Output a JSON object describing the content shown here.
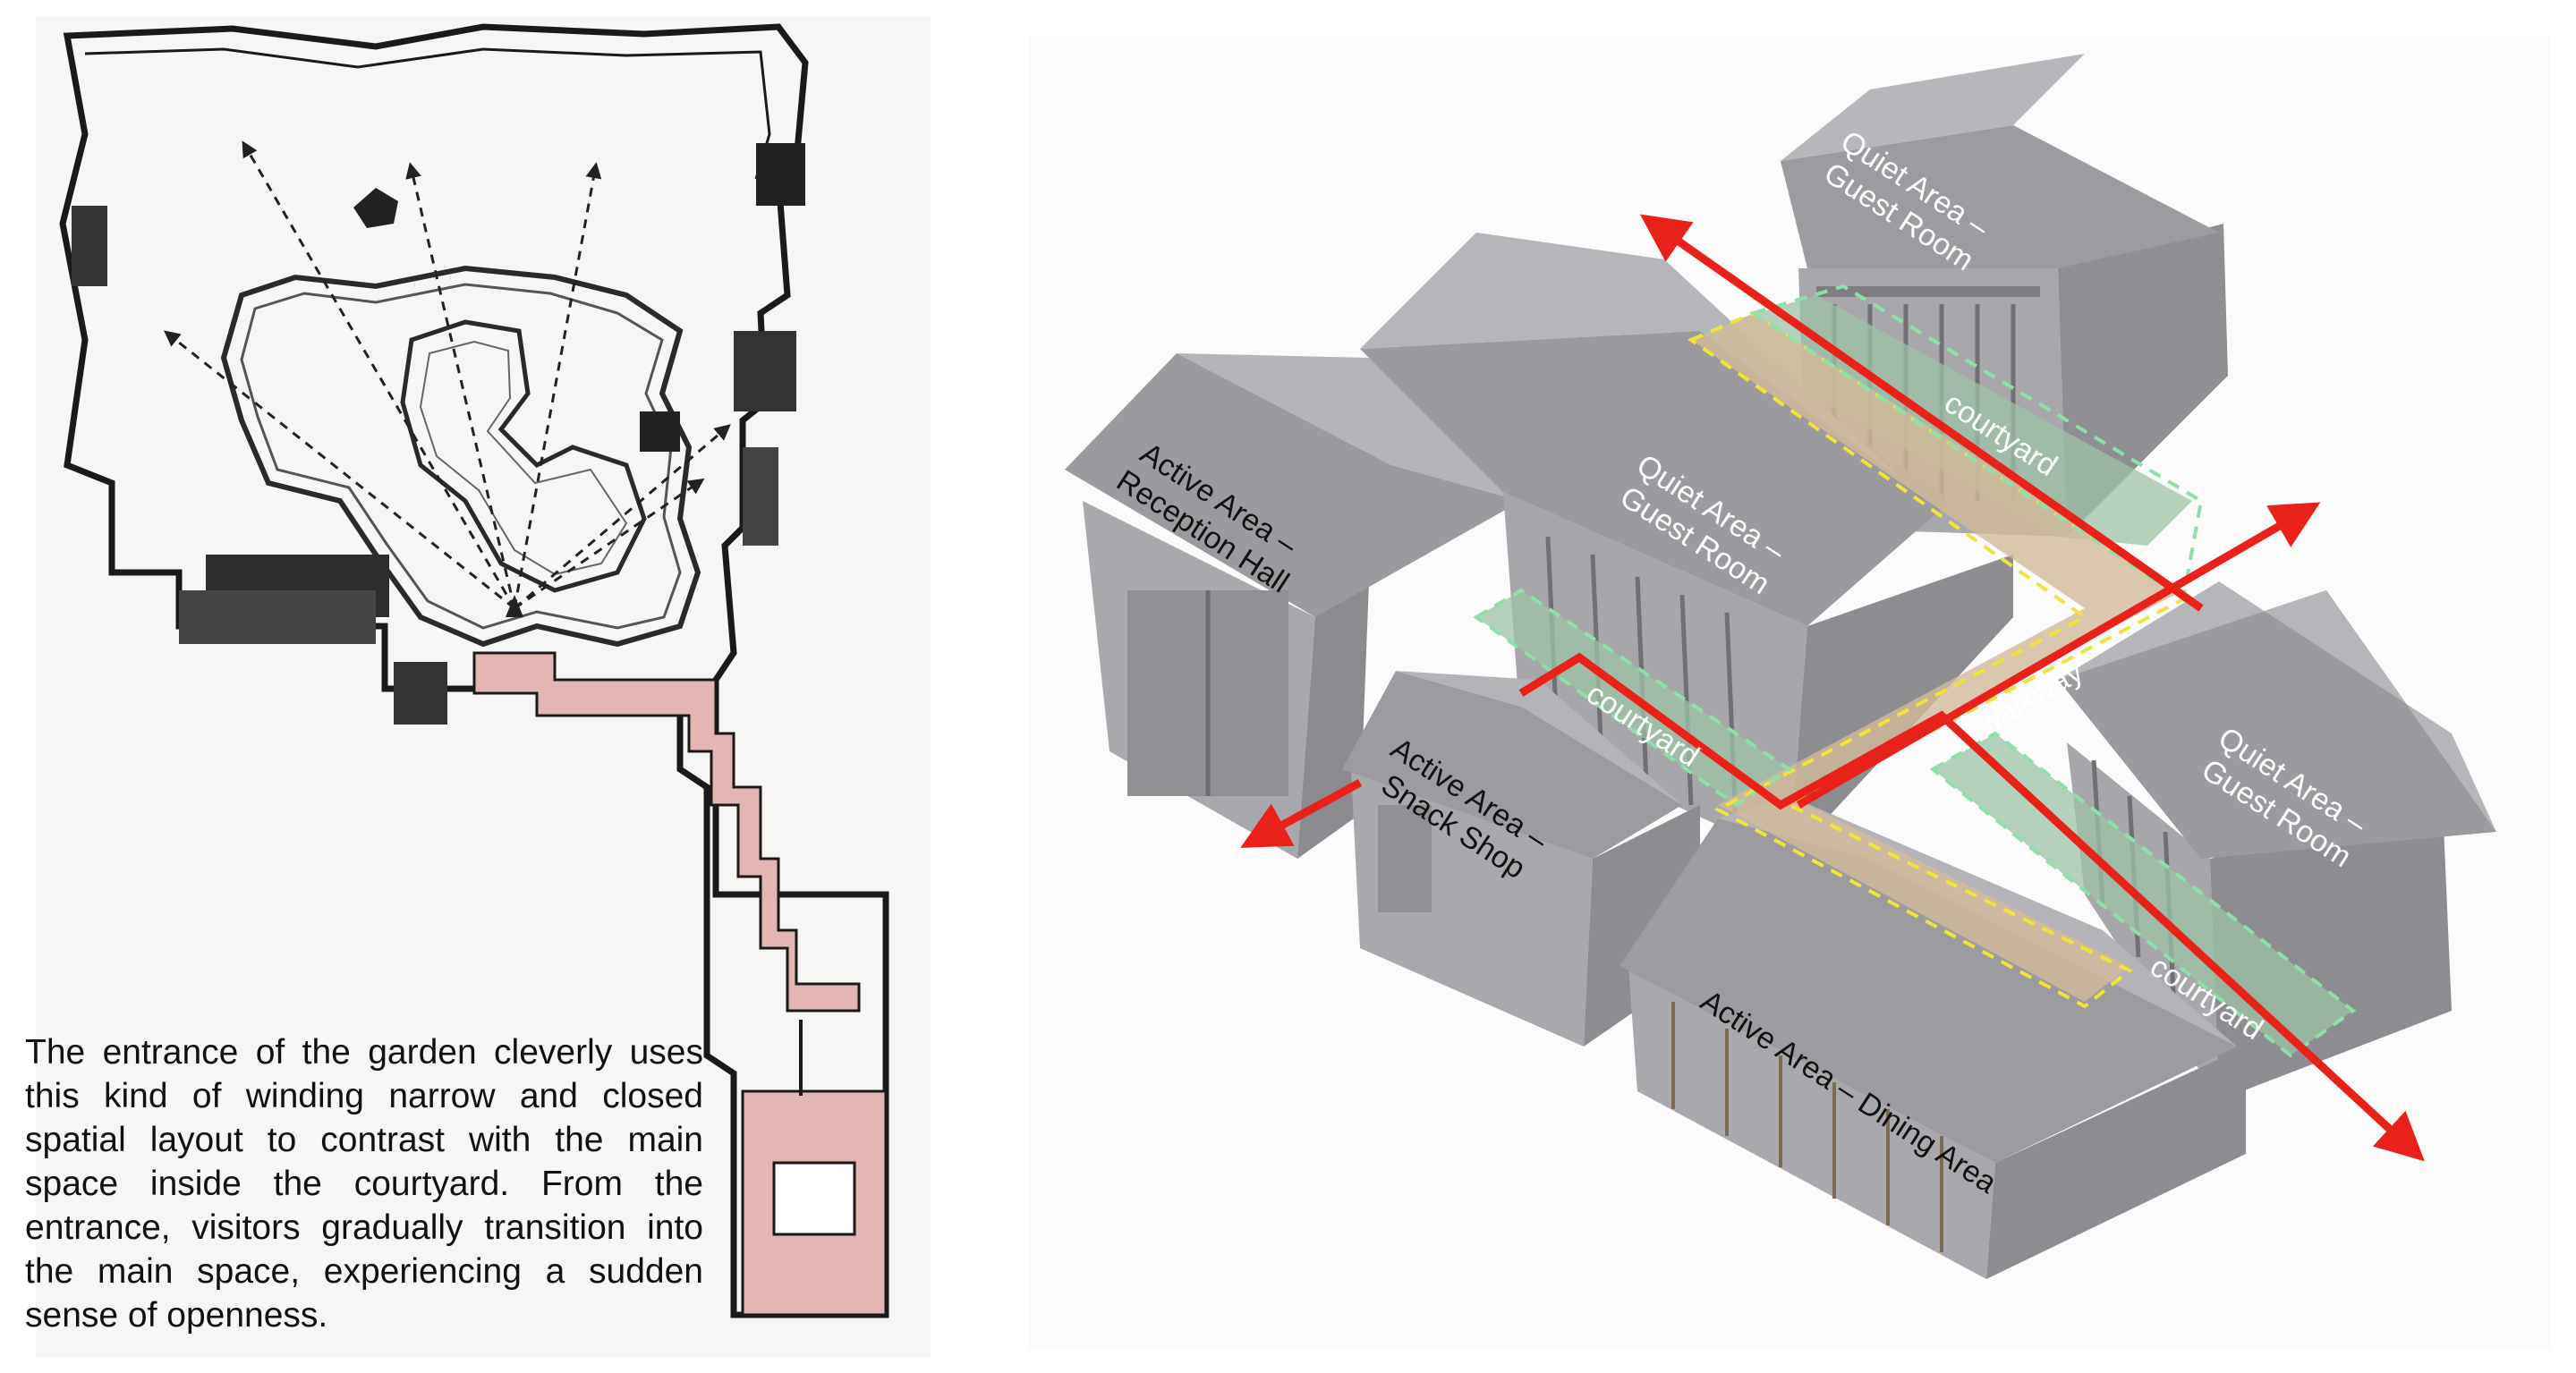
{
  "left_panel": {
    "caption": "The entrance of the garden cleverly uses this kind of winding narrow and closed spatial layout to contrast with the main space inside the courtyard. From the entrance, visitors gradually transition into the main space, experiencing a sudden sense of openness."
  },
  "right_panel": {
    "labels": {
      "quiet_top_1": "Quiet Area –",
      "quiet_top_2": "Guest Room",
      "quiet_mid_1": "Quiet Area –",
      "quiet_mid_2": "Guest Room",
      "quiet_right_1": "Quiet Area –",
      "quiet_right_2": "Guest Room",
      "reception_1": "Active Area –",
      "reception_2": "Reception Hall",
      "snack_1": "Active Area –",
      "snack_2": "Snack Shop",
      "dining": "Active Area – Dining Area",
      "courtyard_top": "courtyard",
      "courtyard_left": "courtyard",
      "courtyard_bottom": "courtyard",
      "walkway": "walkway"
    }
  },
  "colors": {
    "roof": "#8f8f93",
    "wall": "#a9a9ad",
    "wall_dark": "#7d7d82",
    "courtyard": "#9dc3a5",
    "walkway": "#d3b99a",
    "arrow": "#e8221b",
    "dashed_yellow": "#f2e33a",
    "dashed_green": "#8fe0a8",
    "entry_path": "#e3b6b3",
    "sketch_line": "#1a1a1a"
  }
}
